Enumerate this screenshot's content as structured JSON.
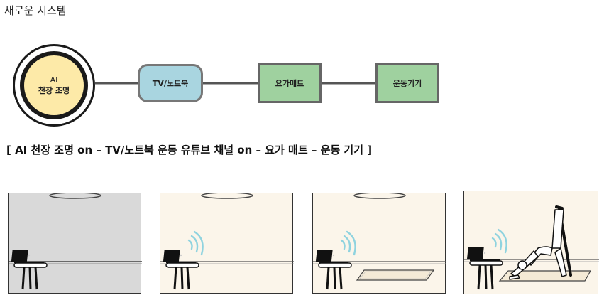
{
  "page_title": "새로운 시스템",
  "flow": {
    "ai_node": {
      "line1": "AI",
      "line2": "천장 조명"
    },
    "tv_node": "TV/노트북",
    "yoga_node": "요가매트",
    "gym_node": "운동기기",
    "colors": {
      "ai_fill": "#fdeaa8",
      "tv_fill": "#a9d5e0",
      "mat_fill": "#9fd19f"
    }
  },
  "caption": "[ AI 천장 조명 on – TV/노트북 운동 유튜브 채널 on – 요가 매트 – 운동 기기 ]",
  "scenes": [
    {
      "id": "scene-dark",
      "laptop_on": false,
      "mat": false,
      "person": false
    },
    {
      "id": "scene-laptop-on",
      "laptop_on": true,
      "mat": false,
      "person": false
    },
    {
      "id": "scene-mat",
      "laptop_on": true,
      "mat": true,
      "person": false
    },
    {
      "id": "scene-exercise",
      "laptop_on": true,
      "mat": true,
      "person": true
    }
  ]
}
